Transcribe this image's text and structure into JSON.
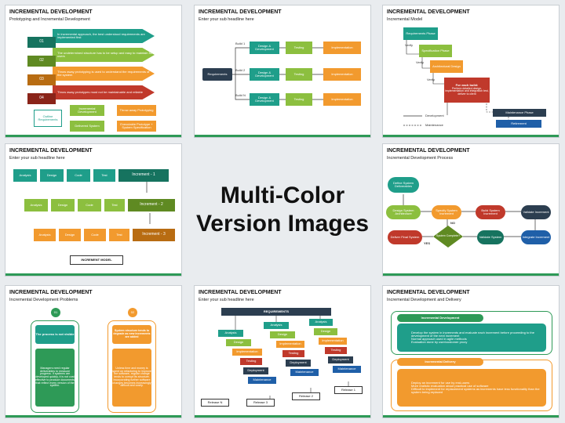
{
  "center": {
    "line1": "Multi-Color",
    "line2": "Version Images"
  },
  "thumbs": {
    "t1": {
      "title": "INCREMENTAL DEVELOPMENT",
      "subtitle": "Prototyping and Incremental Development",
      "rows": [
        {
          "num": "01",
          "text": "In incremental approach, the best understood requirements are implemented first"
        },
        {
          "num": "02",
          "text": "The undetermined structure has to be setup and easy to maintain for users"
        },
        {
          "num": "03",
          "text": "Throw away prototyping is used to understand the requirements of the system"
        },
        {
          "num": "04",
          "text": "Throw away prototypes must not be maintainable and reliable"
        }
      ],
      "outline": "Outline Requirements",
      "boxes": [
        "Incremental Development",
        "Delivered System",
        "Throw away Prototyping",
        "Executable Prototype + System Specification"
      ]
    },
    "t2": {
      "title": "INCREMENTAL DEVELOPMENT",
      "subtitle": "Enter your sub headline here",
      "req": "Requirements",
      "builds": [
        "Build 1",
        "Build 2",
        "Build N"
      ],
      "design": "Design & Development",
      "testing": "Testing",
      "impl": "Implementation"
    },
    "t3": {
      "title": "INCREMENTAL DEVELOPMENT",
      "subtitle": "Incremental Model",
      "steps": [
        "Requirements Phase",
        "Specification Phase",
        "Architectural Design"
      ],
      "build_title": "For each build:",
      "build_text": "Perform detailed design, implementation and integration test, deliver to client",
      "verify": "Verify",
      "maint": "Maintenance Phase",
      "retire": "Retirement",
      "legend_dev": "Development",
      "legend_maint": "Maintenance"
    },
    "t4": {
      "title": "INCREMENTAL DEVELOPMENT",
      "subtitle": "Enter your sub headline here",
      "phases": [
        "Analysis",
        "Design",
        "Code",
        "Test"
      ],
      "incs": [
        "Increment - 1",
        "Increment - 2",
        "Increment - 3"
      ],
      "model": "INCREMENT MODEL"
    },
    "t5": {
      "title": "INCREMENTAL DEVELOPMENT",
      "subtitle": "Incremental Development Process",
      "define": "Define System Deliverables",
      "nodes": [
        "Design System Architecture",
        "Specify System Increment",
        "Build System Increment",
        "Validate Increment",
        "Integrate Increment",
        "Validate System",
        "System Complete?",
        "Deliver Final System"
      ],
      "no": "NO",
      "yes": "YES"
    },
    "t6": {
      "title": "INCREMENTAL DEVELOPMENT",
      "subtitle": "Incremental Development Problems",
      "left_num": "01",
      "left_head": "The process is not visible",
      "left_text": "Managers need regular deliverables to measure progress. If systems are developed quickly, it is not cost effective to produce documents that reflect every version of the system.",
      "right_num": "02",
      "right_head": "System structure tends to degrade as new increments are added",
      "right_text": "Unless time and money is spent on refactoring to improve the software, regular change tends to corrupt its structure. Incorporating further software changes becomes increasingly difficult and costly."
    },
    "t7": {
      "title": "INCREMENTAL DEVELOPMENT",
      "subtitle": "Enter your sub headline here",
      "req": "REQUIREMENTS",
      "steps": [
        "Analysis",
        "Design",
        "Implementation",
        "Testing",
        "Deployment",
        "Maintenance"
      ],
      "releases": [
        "Release N",
        "Release 3",
        "Release 2",
        "Release 1"
      ]
    },
    "t8": {
      "title": "INCREMENTAL DEVELOPMENT",
      "subtitle": "Incremental Development and Delivery",
      "dev_head": "Incremental Development",
      "dev_items": [
        "Develop the system in increments and evaluate each increment before proceeding to the development of the next increment",
        "Normal approach used in agile methods",
        "Evaluation done by user/customer proxy"
      ],
      "del_head": "Incremental Delivery",
      "del_items": [
        "Deploy an increment for use by end-users",
        "More realistic evaluation about practical use of software",
        "Difficult to implement for replacement systems as increments have less functionality than the system being replaced"
      ]
    }
  },
  "colors": {
    "green": "#2e9a57",
    "teal": "#1f9e8a",
    "olive": "#8cbf3f",
    "orange": "#f29a2e",
    "red": "#c0392b",
    "navy": "#2c3e50",
    "blue": "#1f5fa8"
  }
}
